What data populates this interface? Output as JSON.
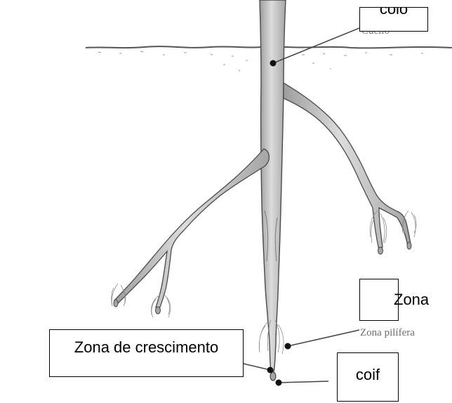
{
  "diagram": {
    "printed_labels": {
      "colo": "Cuello",
      "zona_pilifera": "Zona pilífera"
    },
    "answer_boxes": {
      "colo": "colo",
      "zona_pilifera": "Zona",
      "zona_crescimento": "Zona de crescimento",
      "coifa": "coif"
    },
    "colors": {
      "root_fill": "#c9c9c9",
      "root_outline": "#4a4a4a",
      "leader_line": "#444444",
      "soil_line": "#555555",
      "box_border": "#000000"
    }
  }
}
